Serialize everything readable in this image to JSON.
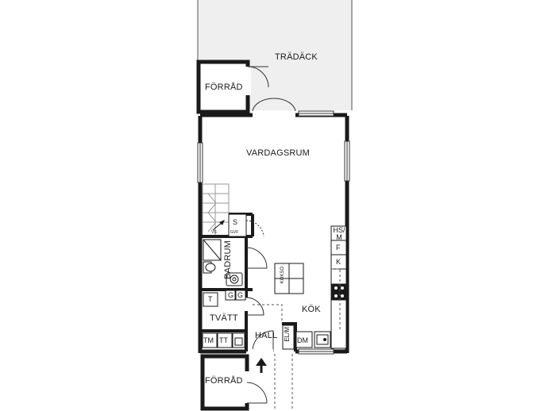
{
  "rooms": {
    "tradack": "TRÄDÄCK",
    "forrad_top": "FÖRRÅD",
    "vardagsrum": "VARDAGSRUM",
    "badrum": "BADRUM",
    "tvatt": "TVÄTT",
    "hall": "HALL",
    "kok": "KÖK",
    "forrad_bottom": "FÖRRÅD"
  },
  "fixtures": {
    "s": "S",
    "gvf": "GVF",
    "vs": "VS",
    "hs_m": "HS/\nM",
    "f": "F",
    "k": "K",
    "koksö": "KÖKSÖ",
    "t": "T",
    "g1": "G",
    "g2": "G",
    "tm": "TM",
    "tt": "TT",
    "el_m": "EL/M",
    "dm": "DM"
  },
  "colors": {
    "wall": "#1a1a1a",
    "deck": "#efefef",
    "line": "#333333",
    "stair": "#9a9a9a"
  },
  "icons": {
    "entrance": "arrow-up-icon"
  }
}
